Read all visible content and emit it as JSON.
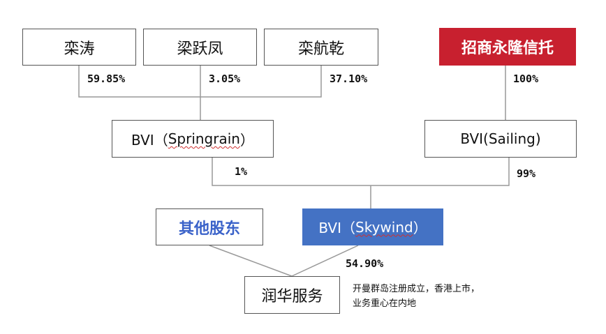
{
  "diagram": {
    "shareholders": {
      "luan_tao": "栾涛",
      "liang_yuefeng": "梁跃凤",
      "luan_hangqian": "栾航乾",
      "cmb_trust": "招商永隆信托"
    },
    "entities": {
      "bvi_springrain": {
        "prefix": "BVI（",
        "name": "Springrain",
        "suffix": "）"
      },
      "bvi_sailing": {
        "prefix": "BVI(",
        "name": "Sailing",
        "suffix": ")"
      },
      "bvi_skywind": {
        "prefix": "BVI（",
        "name": "Skywind",
        "suffix": "）"
      },
      "other_shareholders": "其他股东",
      "runhua_services": "润华服务"
    },
    "percentages": {
      "luan_tao": "59.85%",
      "liang_yuefeng": "3.05%",
      "luan_hangqian": "37.10%",
      "cmb_trust": "100%",
      "springrain": "1%",
      "sailing": "99%",
      "skywind": "54.90%"
    },
    "note": {
      "line1": "开曼群岛注册成立，香港上市，",
      "line2": "业务重心在内地"
    },
    "colors": {
      "trust_fill": "#c8202f",
      "skywind_fill": "#4472c4",
      "other_text": "#3a62c9",
      "line": "#999999",
      "border": "#555555"
    }
  }
}
